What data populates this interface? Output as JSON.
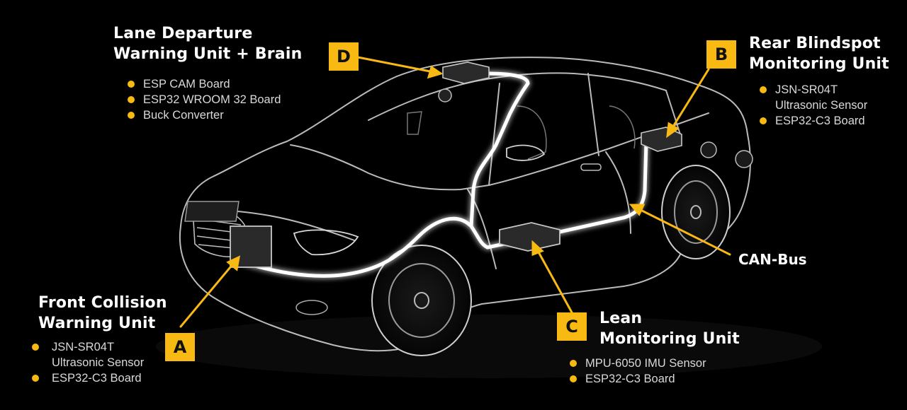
{
  "colors": {
    "accent": "#f8b912",
    "wire": "#ffffff",
    "outline": "#cfcfcf",
    "background": "#000000"
  },
  "units": {
    "D": {
      "badge": "D",
      "title": [
        "Lane Departure",
        "Warning Unit + Brain"
      ],
      "items": [
        [
          "ESP CAM Board"
        ],
        [
          "ESP32 WROOM 32 Board"
        ],
        [
          "Buck Converter"
        ]
      ]
    },
    "B": {
      "badge": "B",
      "title": [
        "Rear Blindspot",
        "Monitoring Unit"
      ],
      "items": [
        [
          "JSN-SR04T",
          "Ultrasonic Sensor"
        ],
        [
          "ESP32-C3 Board"
        ]
      ]
    },
    "A": {
      "badge": "A",
      "title": [
        "Front Collision",
        "Warning Unit"
      ],
      "items": [
        [
          "JSN-SR04T",
          "Ultrasonic Sensor"
        ],
        [
          "ESP32-C3 Board"
        ]
      ]
    },
    "C": {
      "badge": "C",
      "title": [
        "Lean",
        "Monitoring Unit"
      ],
      "items": [
        [
          "MPU-6050 IMU Sensor"
        ],
        [
          "ESP32-C3 Board"
        ]
      ]
    }
  },
  "canbus_label": "CAN-Bus"
}
